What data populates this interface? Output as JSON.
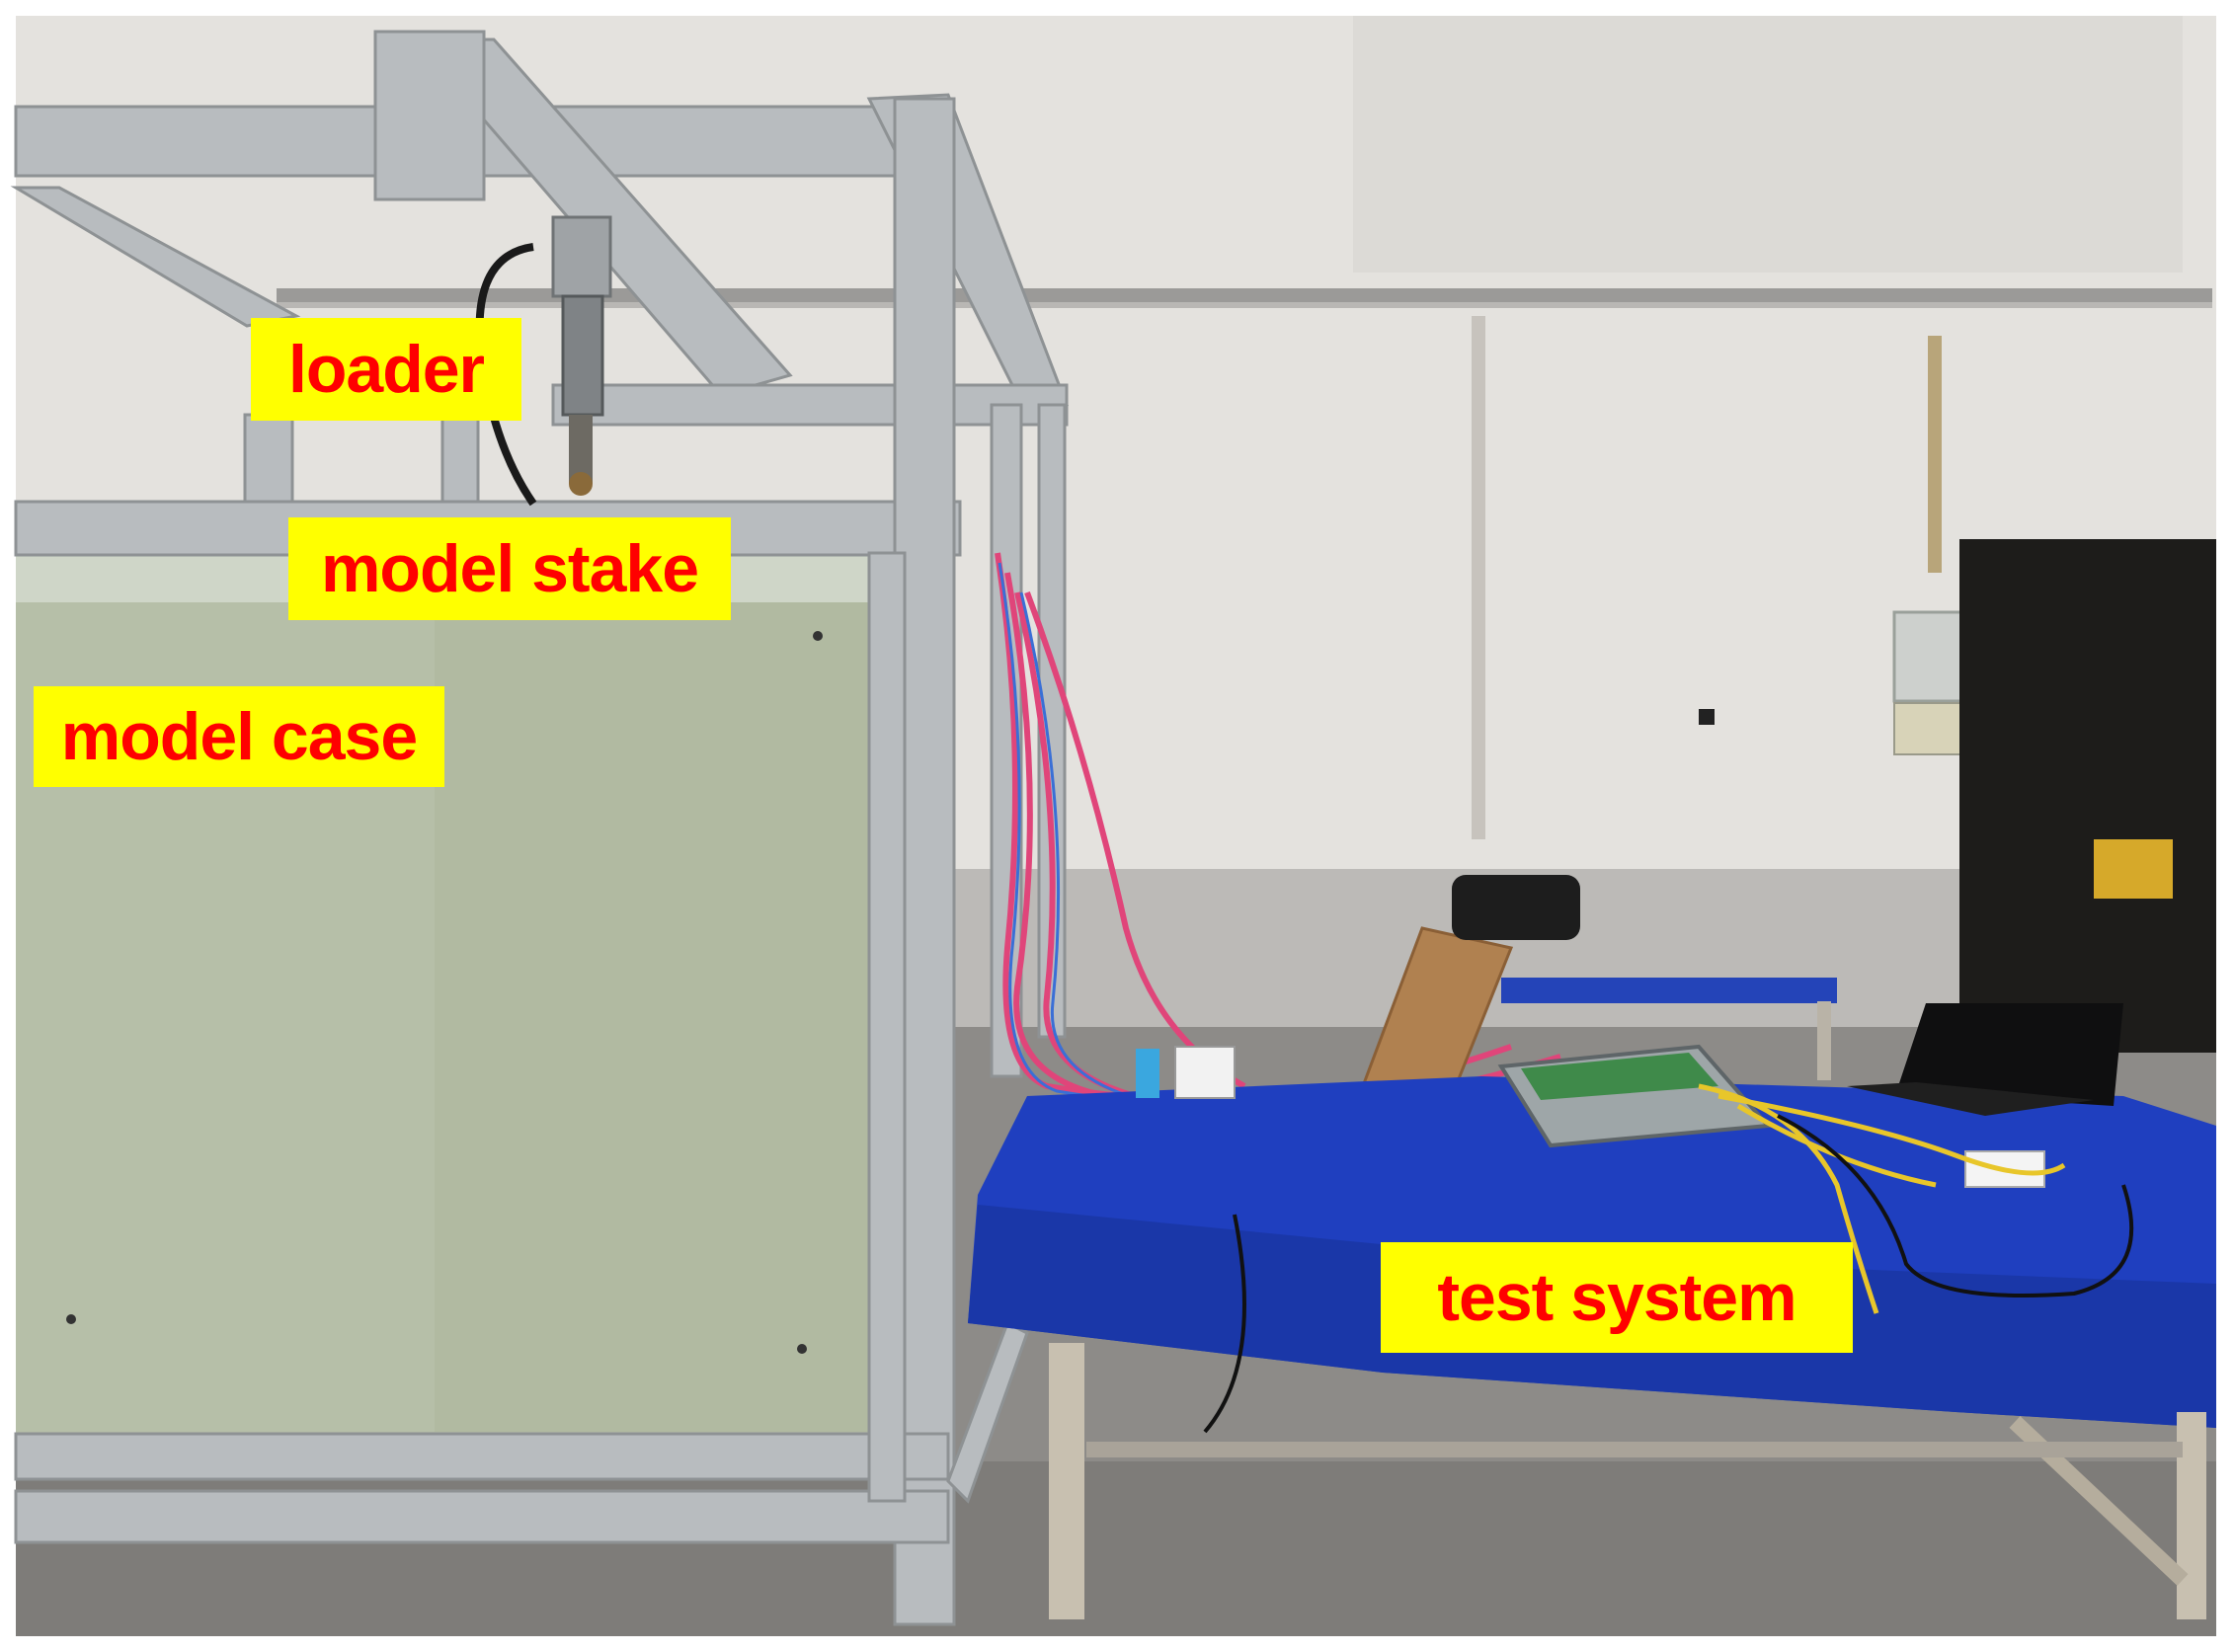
{
  "labels": {
    "loader": "loader",
    "model_stake": "model stake",
    "model_case": "model case",
    "test_system": "test system"
  },
  "colors": {
    "label_background": "#ffff00",
    "label_text": "#ff0000",
    "wall": "#e4e2de",
    "floor": "#8a8885",
    "frame_steel": "#b8bcbf",
    "model_case_panel": "#b6bfa8",
    "table_cloth": "#1f3fbf",
    "cable_pink": "#e0457a"
  }
}
